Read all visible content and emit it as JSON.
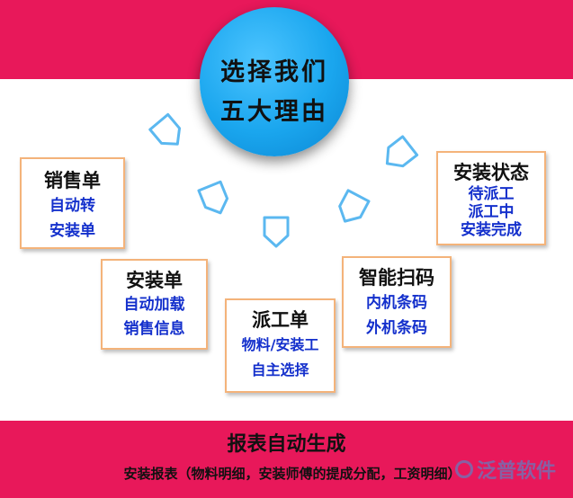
{
  "header": {
    "line1": "选择我们",
    "line2": "五大理由"
  },
  "boxes": {
    "sales": {
      "title": "销售单",
      "lines": [
        "自动转",
        "安装单"
      ]
    },
    "install": {
      "title": "安装单",
      "lines": [
        "自动加载",
        "销售信息"
      ]
    },
    "dispatch": {
      "title": "派工单",
      "lines": [
        "物料/安装工",
        "自主选择"
      ]
    },
    "scan": {
      "title": "智能扫码",
      "lines": [
        "内机条码",
        "外机条码"
      ]
    },
    "status": {
      "title": "安装状态",
      "lines": [
        "待派工",
        "派工中",
        "安装完成"
      ]
    }
  },
  "footer": {
    "title": "报表自动生成",
    "text": "安装报表（物料明细，安装师傅的提成分配，工资明细）"
  },
  "watermark": {
    "text": "泛普软件"
  },
  "colors": {
    "band": "#e8185a",
    "circle": "#1aa6ee",
    "box_border": "#f4b37a",
    "sub_text": "#1430cc",
    "chevron": "#5bb8f0"
  },
  "icons": [
    "chevron-arrow-icon",
    "watermark-logo-icon"
  ]
}
